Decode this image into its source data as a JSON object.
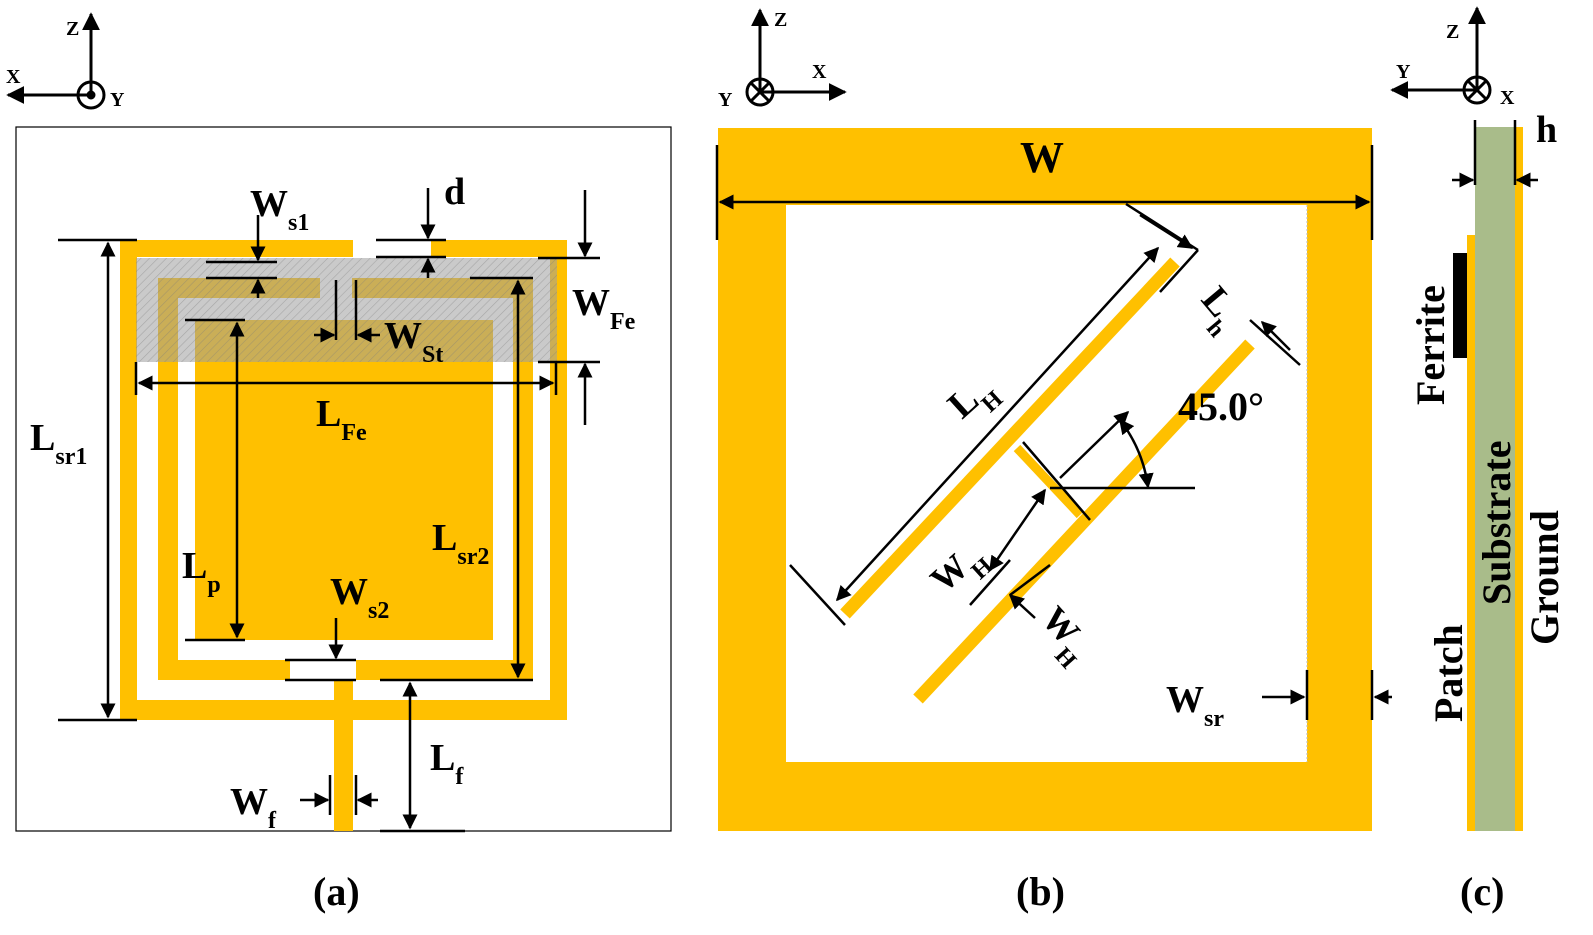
{
  "colors": {
    "copper": "#FFC000",
    "ferrite": "#9E9E9E",
    "substrate": "#A9BC8A",
    "black": "#000000"
  },
  "axes": {
    "a": {
      "horizontal": "X",
      "vertical": "Z",
      "out": "Y"
    },
    "b": {
      "horizontal": "X",
      "vertical": "Z",
      "in": "Y"
    },
    "c": {
      "horizontal": "Y",
      "vertical": "Z",
      "in": "X"
    }
  },
  "panel_a": {
    "caption": "(a)",
    "Ws1": {
      "main": "W",
      "sub": "s1"
    },
    "d": "d",
    "WFe": {
      "main": "W",
      "sub": "Fe"
    },
    "WSt": {
      "main": "W",
      "sub": "St"
    },
    "LFe": {
      "main": "L",
      "sub": "Fe"
    },
    "Lsr1": {
      "main": "L",
      "sub": "sr1"
    },
    "Lsr2": {
      "main": "L",
      "sub": "sr2"
    },
    "Lp": {
      "main": "L",
      "sub": "p"
    },
    "Ws2": {
      "main": "W",
      "sub": "s2"
    },
    "Lf": {
      "main": "L",
      "sub": "f"
    },
    "Wf": {
      "main": "W",
      "sub": "f"
    }
  },
  "panel_b": {
    "caption": "(b)",
    "W": "W",
    "Lh": {
      "main": "L",
      "sub": "h"
    },
    "LH": {
      "main": "L",
      "sub": "H"
    },
    "angle": "45.0°",
    "WH1": {
      "main": "W",
      "sub": "H"
    },
    "WH2": {
      "main": "W",
      "sub": "H"
    },
    "Wsr": {
      "main": "W",
      "sub": "sr"
    }
  },
  "panel_c": {
    "caption": "(c)",
    "h": "h",
    "ferrite": "Ferrite",
    "substrate": "Substrate",
    "patch": "Patch",
    "ground": "Ground"
  }
}
